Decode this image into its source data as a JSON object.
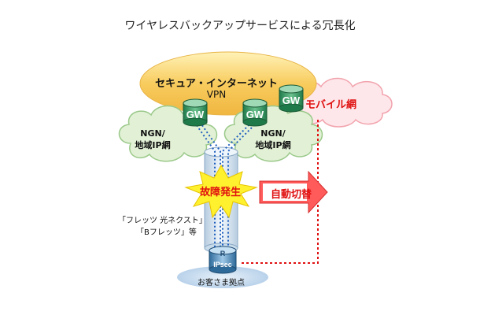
{
  "title": "ワイヤレスバックアップサービスによる冗長化",
  "secure_internet": "セキュア・インターネット",
  "vpn": "VPN",
  "mobile_network": "モバイル網",
  "ngn_left": [
    "NGN/",
    "地域IP網"
  ],
  "ngn_right": [
    "NGN/",
    "地域IP網"
  ],
  "gateway_label": "GW",
  "fault": "故障発生",
  "auto_switch": "自動切替",
  "flets_line1": "「フレッツ 光ネクスト」",
  "flets_line2": "「Bフレッツ」等",
  "router_top": "R",
  "router_bottom": "IPsec",
  "customer_site": "お客さま拠点",
  "colors": {
    "vpn_cloud": "#f9d16b",
    "ngn_cloud": "#e4f2d8",
    "mobile_cloud": "#fde6e8",
    "gateway": "#2e8b57",
    "pipe": "#d6e6f2",
    "link_dotted": "#1f5fbf",
    "backup_dotted": "#e01010",
    "fault_burst": "#ffef2b",
    "arrow": "#ff5555"
  }
}
